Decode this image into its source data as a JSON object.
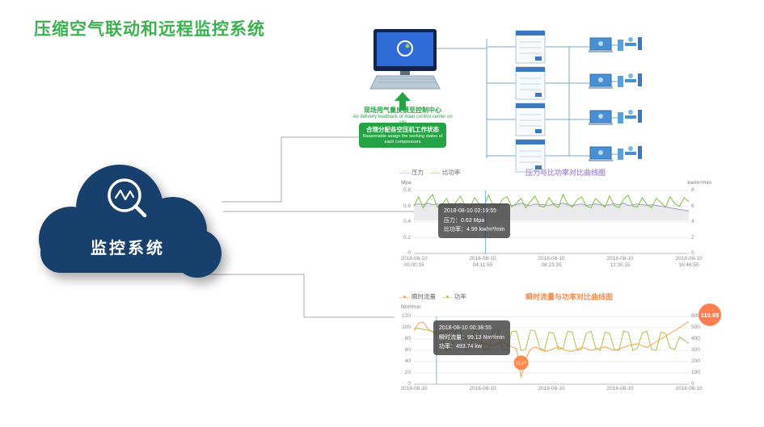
{
  "title": "压缩空气联动和远程监控系统",
  "accent_colors": {
    "title_green": "#3cb04e",
    "cloud_navy": "#17406d",
    "note_green": "#25a244"
  },
  "cloud": {
    "label": "监控系统",
    "icon": "magnifier-pulse-icon"
  },
  "diagram": {
    "feedback_cn": "现场用气量反馈至控制中心",
    "feedback_en": "Air delivery feedback of main control center on site",
    "assign_cn": "合理分配各空压机工作状态",
    "assign_en": "Reasonable assign the working states of each compressors"
  },
  "chart_data": [
    {
      "type": "line",
      "title": "压力与比功率对比曲线图",
      "legend_position": "top-left",
      "grid": true,
      "left_axis": {
        "label": "Mpa",
        "min": 0,
        "max": 0.8,
        "ticks": [
          0,
          0.2,
          0.4,
          0.6,
          0.8
        ]
      },
      "right_axis": {
        "label": "kw/m³/min",
        "min": 0,
        "max": 8,
        "ticks": [
          0,
          2,
          4,
          6,
          8
        ]
      },
      "x_labels": [
        {
          "date": "2018-08-10",
          "time": "00:00:15"
        },
        {
          "date": "2018-08-10",
          "time": "04:11:55"
        },
        {
          "date": "2018-08-10",
          "time": "08:23:35"
        },
        {
          "date": "2018-08-10",
          "time": "12:35:15"
        },
        {
          "date": "2018-08-10",
          "time": "16:46:55"
        }
      ],
      "series": [
        {
          "name": "压力",
          "axis": "left",
          "color": "#9e9ac8",
          "glyph": "○",
          "band_to": 0.42,
          "values": [
            0.62,
            0.63,
            0.62,
            0.64,
            0.62,
            0.63,
            0.62,
            0.61,
            0.63,
            0.62,
            0.64,
            0.62,
            0.61,
            0.62,
            0.63,
            0.62,
            0.61,
            0.63,
            0.62,
            0.62,
            0.63,
            0.61,
            0.62,
            0.64,
            0.62,
            0.61,
            0.63,
            0.62,
            0.62,
            0.61,
            0.63,
            0.62,
            0.64,
            0.62,
            0.61,
            0.62,
            0.63,
            0.61,
            0.62,
            0.63,
            0.62,
            0.61,
            0.62,
            0.63,
            0.62,
            0.64,
            0.61,
            0.62,
            0.63,
            0.62,
            0.61,
            0.62,
            0.61,
            0.6,
            0.59,
            0.58,
            0.57,
            0.56,
            0.55,
            0.54
          ]
        },
        {
          "name": "比功率",
          "axis": "right",
          "color": "#7ac143",
          "glyph": "○",
          "values": [
            6.0,
            7.2,
            5.8,
            6.8,
            7.5,
            5.9,
            6.2,
            7.0,
            5.7,
            6.5,
            7.3,
            6.0,
            5.8,
            7.1,
            6.3,
            5.9,
            7.4,
            6.1,
            5.8,
            6.9,
            7.2,
            5.9,
            6.4,
            7.0,
            5.8,
            6.6,
            7.3,
            6.0,
            5.9,
            7.1,
            6.2,
            5.8,
            7.5,
            6.3,
            5.9,
            6.8,
            7.2,
            6.0,
            5.8,
            7.0,
            6.4,
            5.9,
            7.3,
            6.1,
            5.8,
            6.9,
            7.4,
            6.0,
            5.9,
            7.1,
            6.2,
            5.8,
            7.0,
            6.5,
            5.9,
            7.2,
            6.3,
            6.0,
            7.1,
            6.6
          ]
        }
      ],
      "tooltip": {
        "time": "2018-08-10 02:19:55",
        "line1": "压力：0.63 Mpa",
        "line2": "比功率：4.99 kw/m³/min",
        "x_frac": 0.26
      }
    },
    {
      "type": "line",
      "title": "瞬时流量与功率对比曲线图",
      "legend_position": "top-left",
      "grid": true,
      "left_axis": {
        "label": "Nm³/min",
        "min": 0,
        "max": 120,
        "ticks": [
          0,
          20,
          40,
          60,
          80,
          100,
          120
        ]
      },
      "right_axis": {
        "label": "",
        "min": 0,
        "max": 600,
        "ticks": [
          0,
          100,
          200,
          300,
          400,
          500,
          600
        ]
      },
      "x_labels": [
        {
          "date": "2018-08-10"
        },
        {
          "date": "2018-08-10"
        },
        {
          "date": "2018-08-10"
        },
        {
          "date": "2018-08-10"
        },
        {
          "date": "2018-08-10"
        }
      ],
      "series": [
        {
          "name": "瞬时流量",
          "axis": "left",
          "color": "#ff9d45",
          "glyph": "●",
          "values": [
            95,
            108,
            110,
            98,
            92,
            88,
            90,
            93,
            96,
            90,
            86,
            82,
            80,
            78,
            75,
            72,
            70,
            68,
            72,
            75,
            70,
            66,
            63,
            12,
            45,
            62,
            66,
            62,
            58,
            60,
            63,
            66,
            62,
            59,
            58,
            62,
            65,
            63,
            60,
            62,
            64,
            66,
            63,
            60,
            62,
            65,
            68,
            70,
            72,
            68,
            65,
            70,
            75,
            80,
            85,
            90,
            95,
            100,
            106,
            110.55
          ]
        },
        {
          "name": "功率",
          "axis": "right",
          "color": "#aec14e",
          "glyph": "●",
          "values": [
            490,
            493,
            485,
            478,
            470,
            460,
            455,
            300,
            310,
            480,
            470,
            300,
            320,
            480,
            460,
            305,
            315,
            470,
            480,
            310,
            300,
            465,
            470,
            300,
            310,
            480,
            470,
            320,
            300,
            460,
            450,
            310,
            320,
            470,
            460,
            300,
            310,
            450,
            470,
            320,
            300,
            460,
            450,
            310,
            300,
            470,
            460,
            300,
            320,
            450,
            470,
            310,
            300,
            460,
            450,
            320,
            310,
            420,
            390,
            360
          ]
        }
      ],
      "tooltip": {
        "time": "2018-08-10 00:38:55",
        "line1": "瞬时流量：99.13 Nm³/min",
        "line2": "功率：493.74 kw",
        "x_frac": 0.082
      },
      "badge": "110.55",
      "marker": {
        "label": "11.87",
        "x_frac": 0.39,
        "y_value": 38
      }
    }
  ]
}
